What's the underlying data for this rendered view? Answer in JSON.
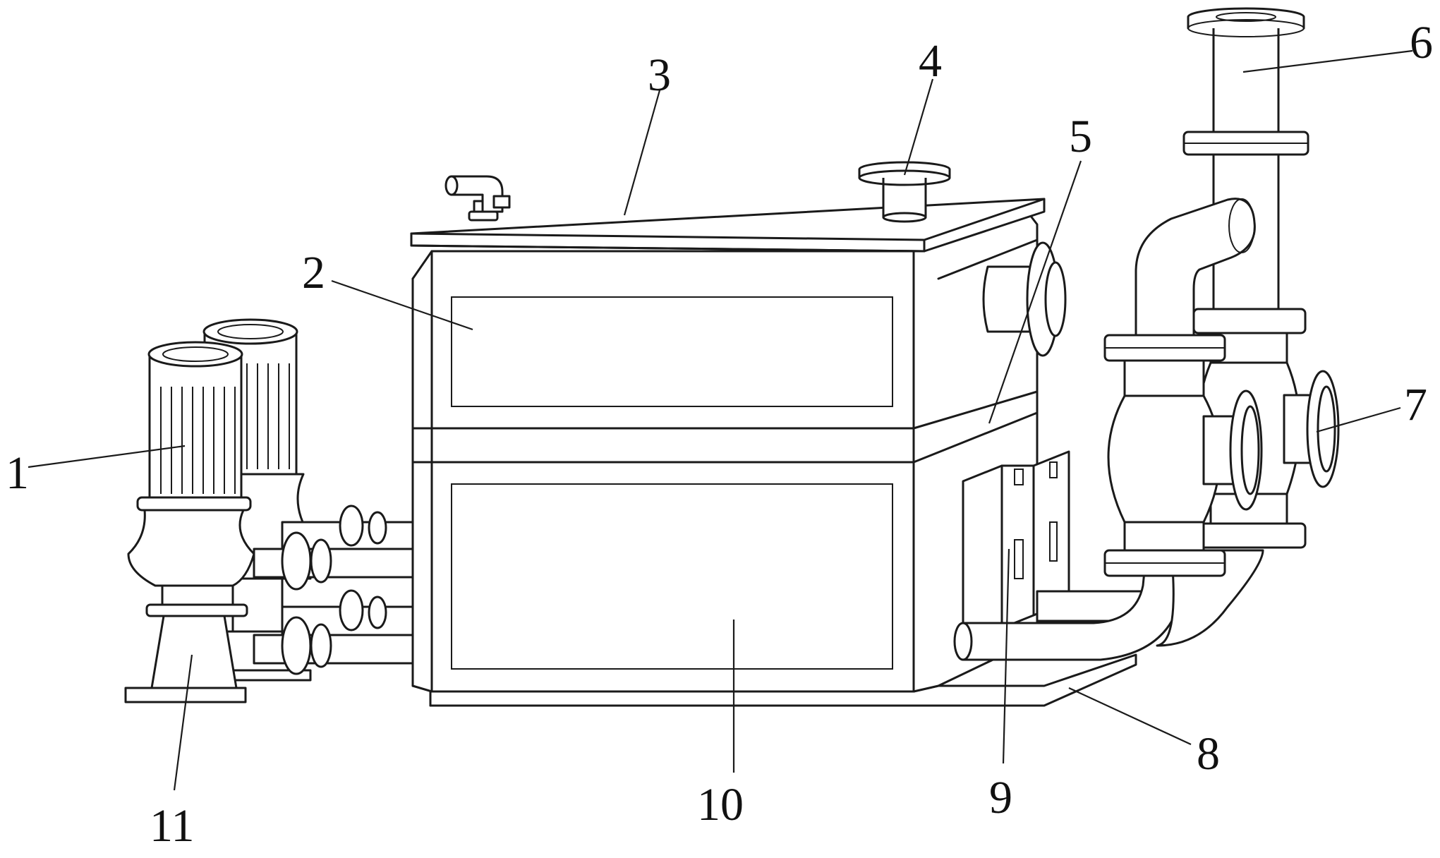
{
  "callouts": [
    {
      "id": "1",
      "text": "1"
    },
    {
      "id": "2",
      "text": "2"
    },
    {
      "id": "3",
      "text": "3"
    },
    {
      "id": "4",
      "text": "4"
    },
    {
      "id": "5",
      "text": "5"
    },
    {
      "id": "6",
      "text": "6"
    },
    {
      "id": "7",
      "text": "7"
    },
    {
      "id": "8",
      "text": "8"
    },
    {
      "id": "9",
      "text": "9"
    },
    {
      "id": "10",
      "text": "10"
    },
    {
      "id": "11",
      "text": "11"
    }
  ],
  "colors": {
    "stroke": "#1a1a1a",
    "background": "#ffffff"
  }
}
